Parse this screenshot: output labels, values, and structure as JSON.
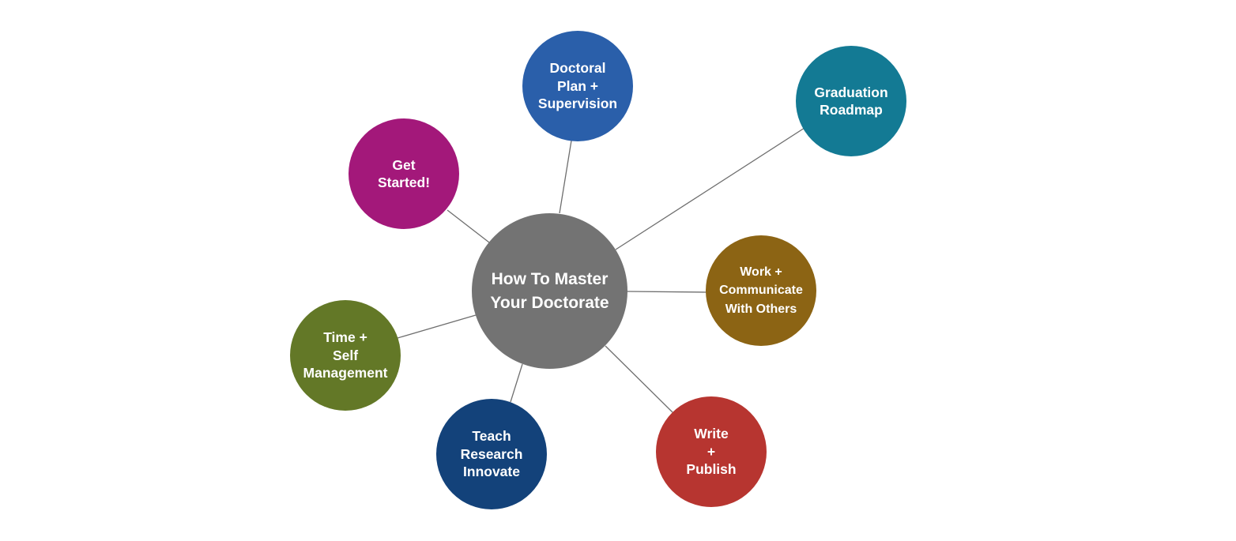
{
  "center": {
    "label": "How To Master\nYour Doctorate",
    "color": "#737373"
  },
  "nodes": [
    {
      "id": "doctoral-plan",
      "label": "Doctoral\nPlan +\nSupervision",
      "color": "#2a5faa"
    },
    {
      "id": "graduation-roadmap",
      "label": "Graduation\nRoadmap",
      "color": "#137a94"
    },
    {
      "id": "get-started",
      "label": "Get\nStarted!",
      "color": "#a3187a"
    },
    {
      "id": "work-communicate",
      "label": "Work +\nCommunicate\nWith Others",
      "color": "#8c6414"
    },
    {
      "id": "time-self-management",
      "label": "Time +\nSelf\nManagement",
      "color": "#637827"
    },
    {
      "id": "teach-research-innovate",
      "label": "Teach\nResearch\nInnovate",
      "color": "#13427a"
    },
    {
      "id": "write-publish",
      "label": "Write\n+\nPublish",
      "color": "#b73530"
    }
  ]
}
